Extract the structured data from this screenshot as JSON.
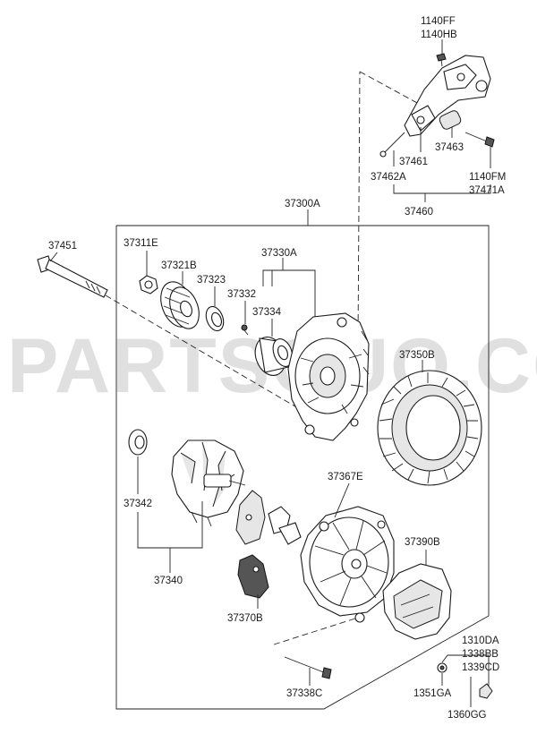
{
  "watermark": "PARTSOUQ.COM",
  "labels": {
    "l_1140ff": "1140FF",
    "l_1140hb": "1140HB",
    "l_37463": "37463",
    "l_37461": "37461",
    "l_37462a": "37462A",
    "l_1140fm": "1140FM",
    "l_37471a": "37471A",
    "l_37460": "37460",
    "l_37300a": "37300A",
    "l_37451": "37451",
    "l_37311e": "37311E",
    "l_37321b": "37321B",
    "l_37330a": "37330A",
    "l_37323": "37323",
    "l_37332": "37332",
    "l_37334": "37334",
    "l_37350b": "37350B",
    "l_37342": "37342",
    "l_37340": "37340",
    "l_37367e": "37367E",
    "l_37390b": "37390B",
    "l_37370b": "37370B",
    "l_1310da": "1310DA",
    "l_1338bb": "1338BB",
    "l_1339cd": "1339CD",
    "l_37338c": "37338C",
    "l_1351ga": "1351GA",
    "l_1360gg": "1360GG"
  }
}
